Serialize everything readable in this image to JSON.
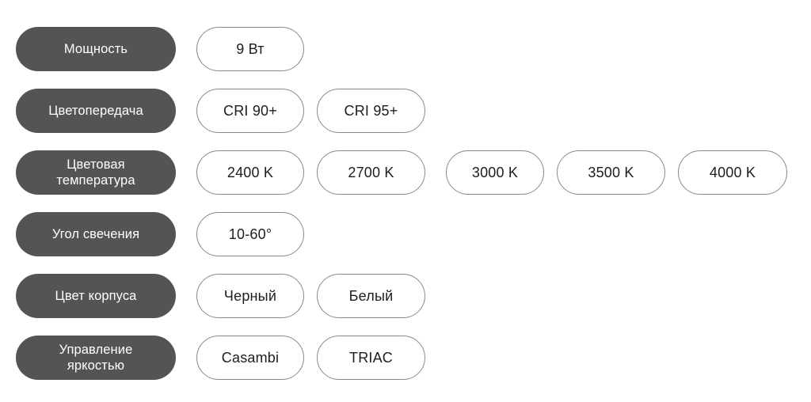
{
  "page": {
    "background_color": "#ffffff",
    "label_pill_color": "#545454",
    "label_text_color": "#ffffff",
    "value_pill_border_color": "#8a8a8a",
    "value_text_color": "#1d1d1d"
  },
  "spec_rows": [
    {
      "label": "Мощность",
      "values": [
        {
          "text": "9 Вт"
        }
      ]
    },
    {
      "label": "Цветопередача",
      "values": [
        {
          "text": "CRI 90+"
        },
        {
          "text": "CRI 95+"
        }
      ]
    },
    {
      "label": "Цветовая\nтемпература",
      "values": [
        {
          "text": "2400 K"
        },
        {
          "text": "2700 K"
        },
        {
          "text": "3000 K"
        },
        {
          "text": "3500 K"
        },
        {
          "text": "4000 K"
        }
      ]
    },
    {
      "label": "Угол свечения",
      "values": [
        {
          "text": "10-60°"
        }
      ]
    },
    {
      "label": "Цвет корпуса",
      "values": [
        {
          "text": "Черный"
        },
        {
          "text": "Белый"
        }
      ]
    },
    {
      "label": "Управление\nяркостью",
      "values": [
        {
          "text": "Casambi"
        },
        {
          "text": "TRIAC"
        }
      ]
    }
  ]
}
